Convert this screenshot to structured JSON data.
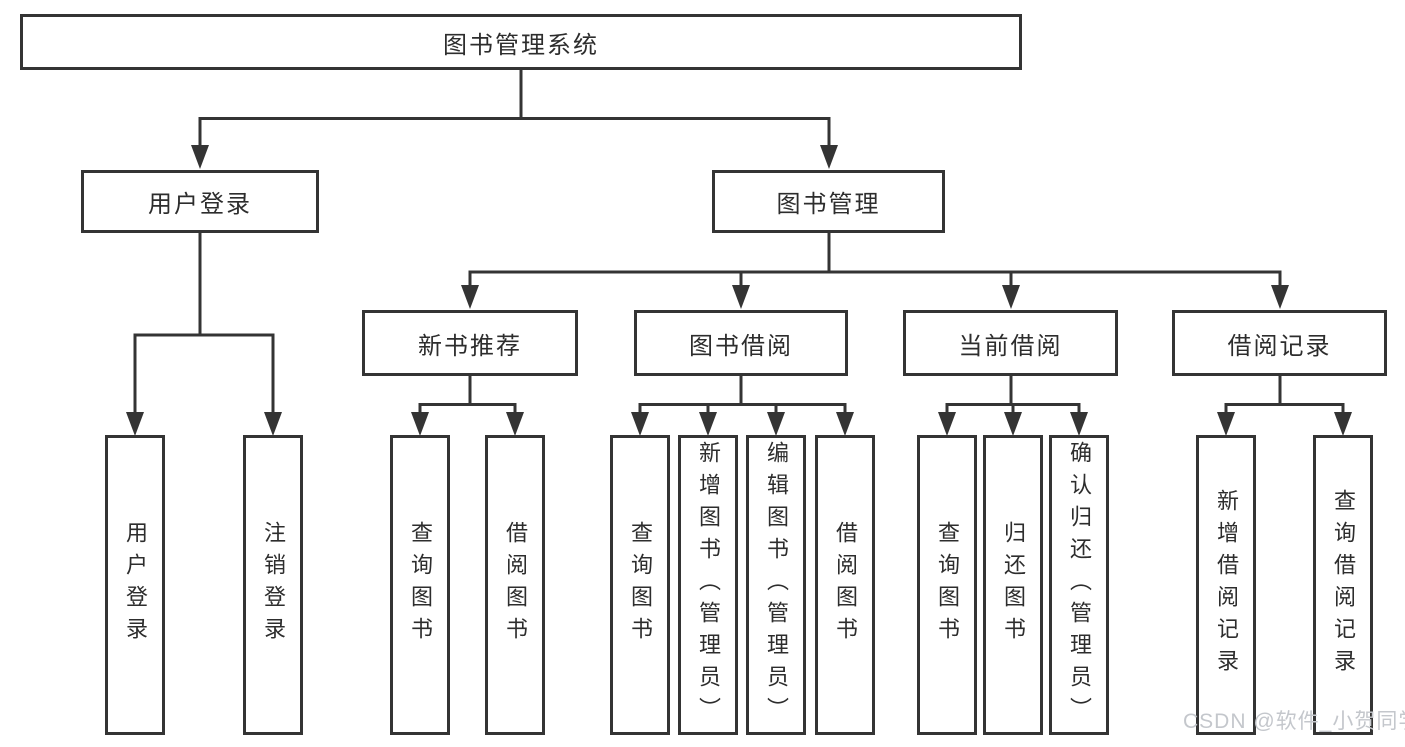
{
  "diagram": {
    "type": "hierarchy-tree",
    "root": {
      "label": "图书管理系统"
    },
    "branches": [
      {
        "label": "用户登录",
        "children": [
          {
            "label": "用户登录"
          },
          {
            "label": "注销登录"
          }
        ]
      },
      {
        "label": "图书管理",
        "children": [
          {
            "label": "新书推荐",
            "children": [
              {
                "label": "查询图书"
              },
              {
                "label": "借阅图书"
              }
            ]
          },
          {
            "label": "图书借阅",
            "children": [
              {
                "label": "查询图书"
              },
              {
                "label": "新增图书（管理员）"
              },
              {
                "label": "编辑图书（管理员）"
              },
              {
                "label": "借阅图书"
              }
            ]
          },
          {
            "label": "当前借阅",
            "children": [
              {
                "label": "查询图书"
              },
              {
                "label": "归还图书"
              },
              {
                "label": "确认归还（管理员）"
              }
            ]
          },
          {
            "label": "借阅记录",
            "children": [
              {
                "label": "新增借阅记录"
              },
              {
                "label": "查询借阅记录"
              }
            ]
          }
        ]
      }
    ]
  },
  "watermark": {
    "text": "CSDN @软件_小贺同学"
  },
  "colors": {
    "line": "#343434",
    "box_border": "#343434",
    "text": "#2d2d2d",
    "watermark": "#c4c7cc",
    "background": "#ffffff"
  }
}
